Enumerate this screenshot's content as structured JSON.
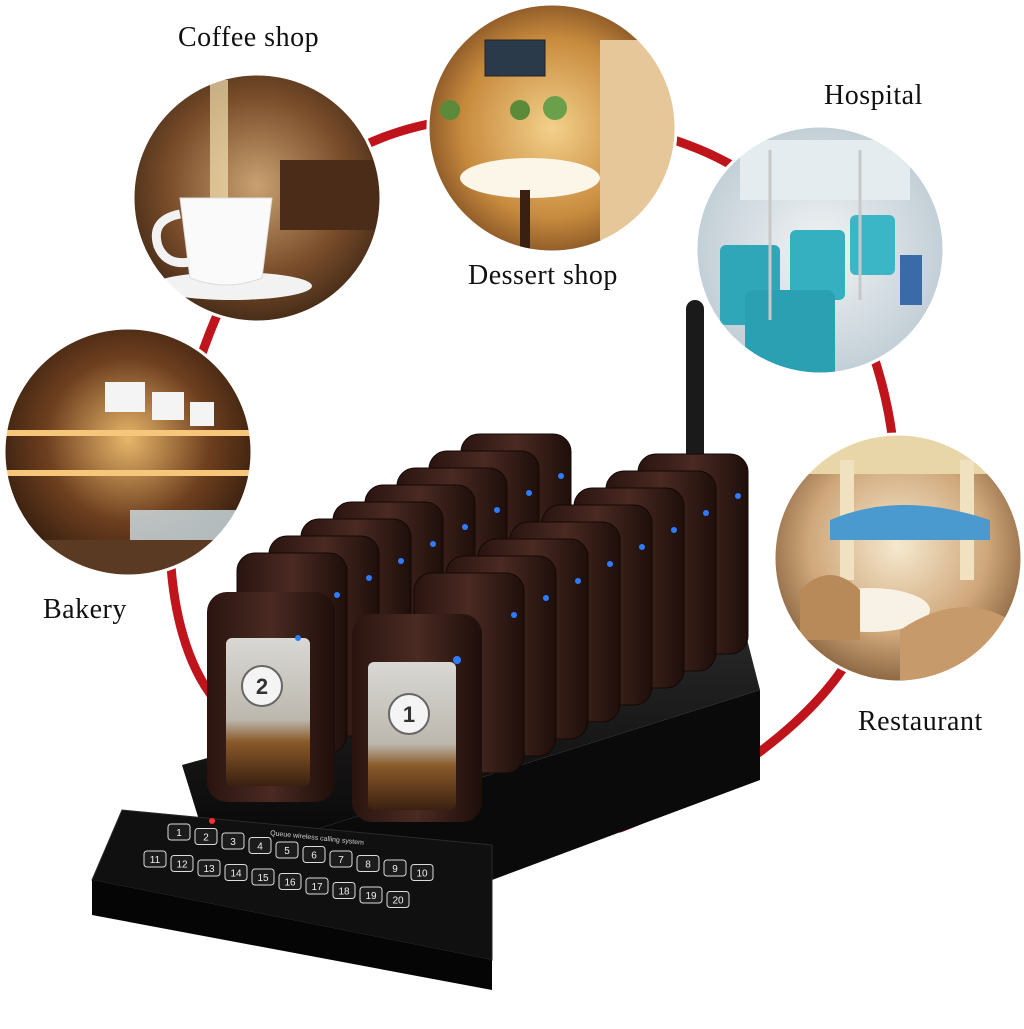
{
  "labels": {
    "coffee_shop": "Coffee shop",
    "dessert_shop": "Dessert shop",
    "hospital": "Hospital",
    "bakery": "Bakery",
    "restaurant": "Restaurant"
  },
  "pagers": {
    "front_left_number": "2",
    "front_right_number": "1"
  },
  "keypad": {
    "header_text": "Queue wireless calling system",
    "keys": [
      "1",
      "2",
      "3",
      "4",
      "5",
      "6",
      "7",
      "8",
      "9",
      "10",
      "11",
      "12",
      "13",
      "14",
      "15",
      "16",
      "17",
      "18",
      "19",
      "20"
    ]
  },
  "colors": {
    "accent_red": "#c0141c",
    "device_black": "#141414",
    "pager_brown": "#3a1e18",
    "led_blue": "#2f7bff"
  }
}
